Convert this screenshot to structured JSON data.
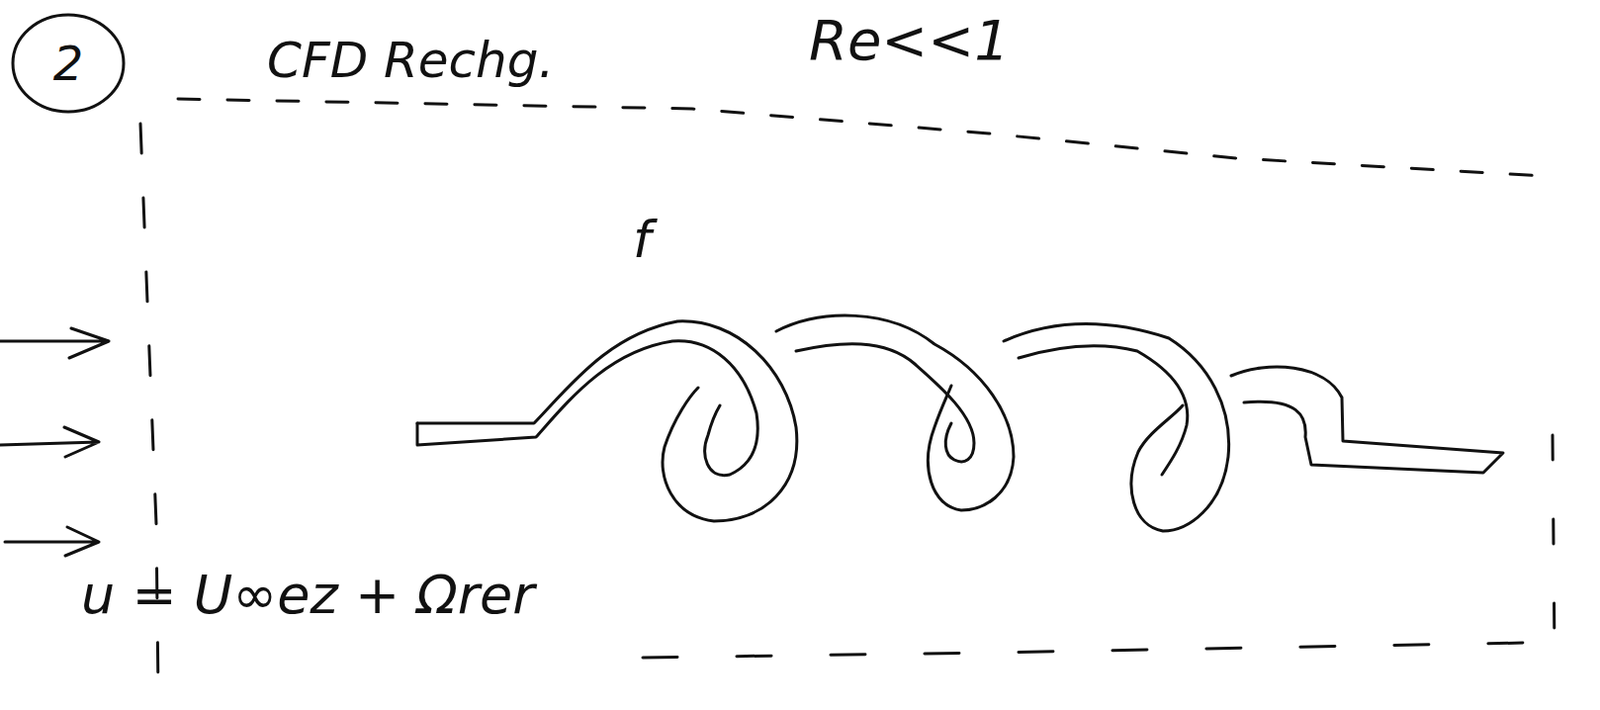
{
  "diagram": {
    "nodes": [
      {
        "text": [
          "2"
        ]
      }
    ],
    "labels": [
      "CFD Rechg.",
      "Re<<1",
      "f",
      "u = U∞ez + Ωrer"
    ]
  }
}
